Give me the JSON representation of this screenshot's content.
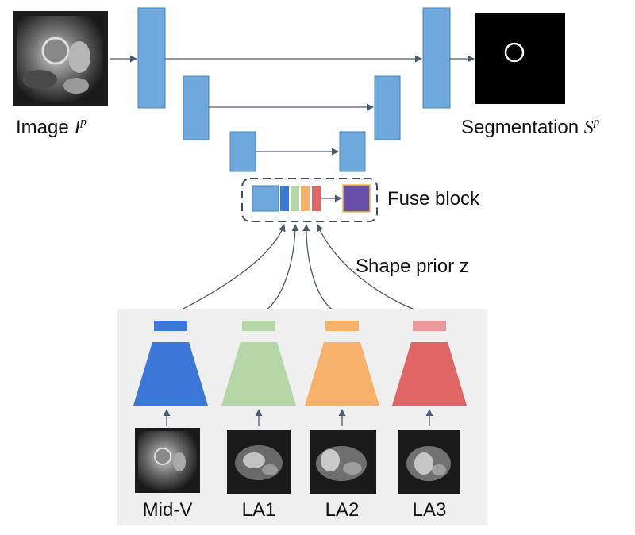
{
  "labels": {
    "input_image": "Image",
    "input_symbol": "I",
    "input_superscript": "p",
    "output": "Segmentation",
    "output_symbol": "S",
    "output_superscript": "p",
    "fuse_block": "Fuse block",
    "shape_prior": "Shape prior z"
  },
  "encoders": [
    {
      "view": "Mid-V",
      "color": "#3b78d8",
      "code_color": "#3b78d8"
    },
    {
      "view": "LA1",
      "color": "#b5d6a7",
      "code_color": "#b5d6a7"
    },
    {
      "view": "LA2",
      "color": "#f6b26b",
      "code_color": "#f6b26b"
    },
    {
      "view": "LA3",
      "color": "#e06666",
      "code_color": "#ea9999"
    }
  ],
  "colors": {
    "unet_block": "#6fa8dc",
    "unet_border": "#3d85c6",
    "arrow": "#4a5a70",
    "fused": "#674ea7",
    "fused_border": "#f1c232",
    "panel_bg": "#efefef",
    "dashed_border": "#3c4a5c"
  }
}
